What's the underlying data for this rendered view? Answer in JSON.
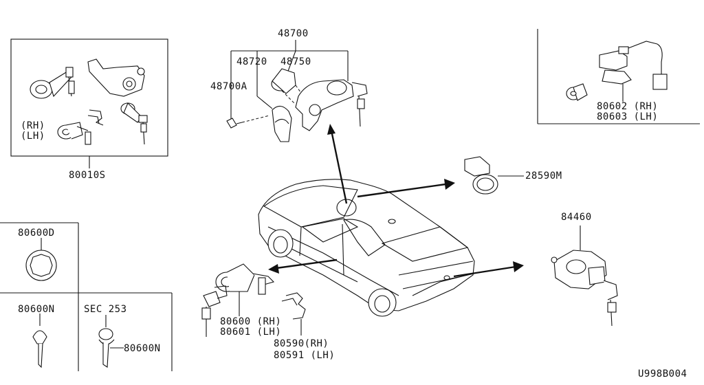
{
  "labels": {
    "p80010S": "80010S",
    "p48700": "48700",
    "p48720": "48720",
    "p48750": "48750",
    "p48700A": "48700A",
    "p80602": "80602 (RH)",
    "p80603": "80603 (LH)",
    "p28590M": "28590M",
    "p84460": "84460",
    "p80600D": "80600D",
    "p80600N_a": "80600N",
    "sec253": "SEC 253",
    "p80600N_b": "80600N",
    "p80600": "80600 (RH)",
    "p80601": "80601 (LH)",
    "p80590": "80590(RH)",
    "p80591": "80591 (LH)",
    "rh": "(RH)",
    "lh": "(LH)",
    "figcode": "U998B004"
  }
}
